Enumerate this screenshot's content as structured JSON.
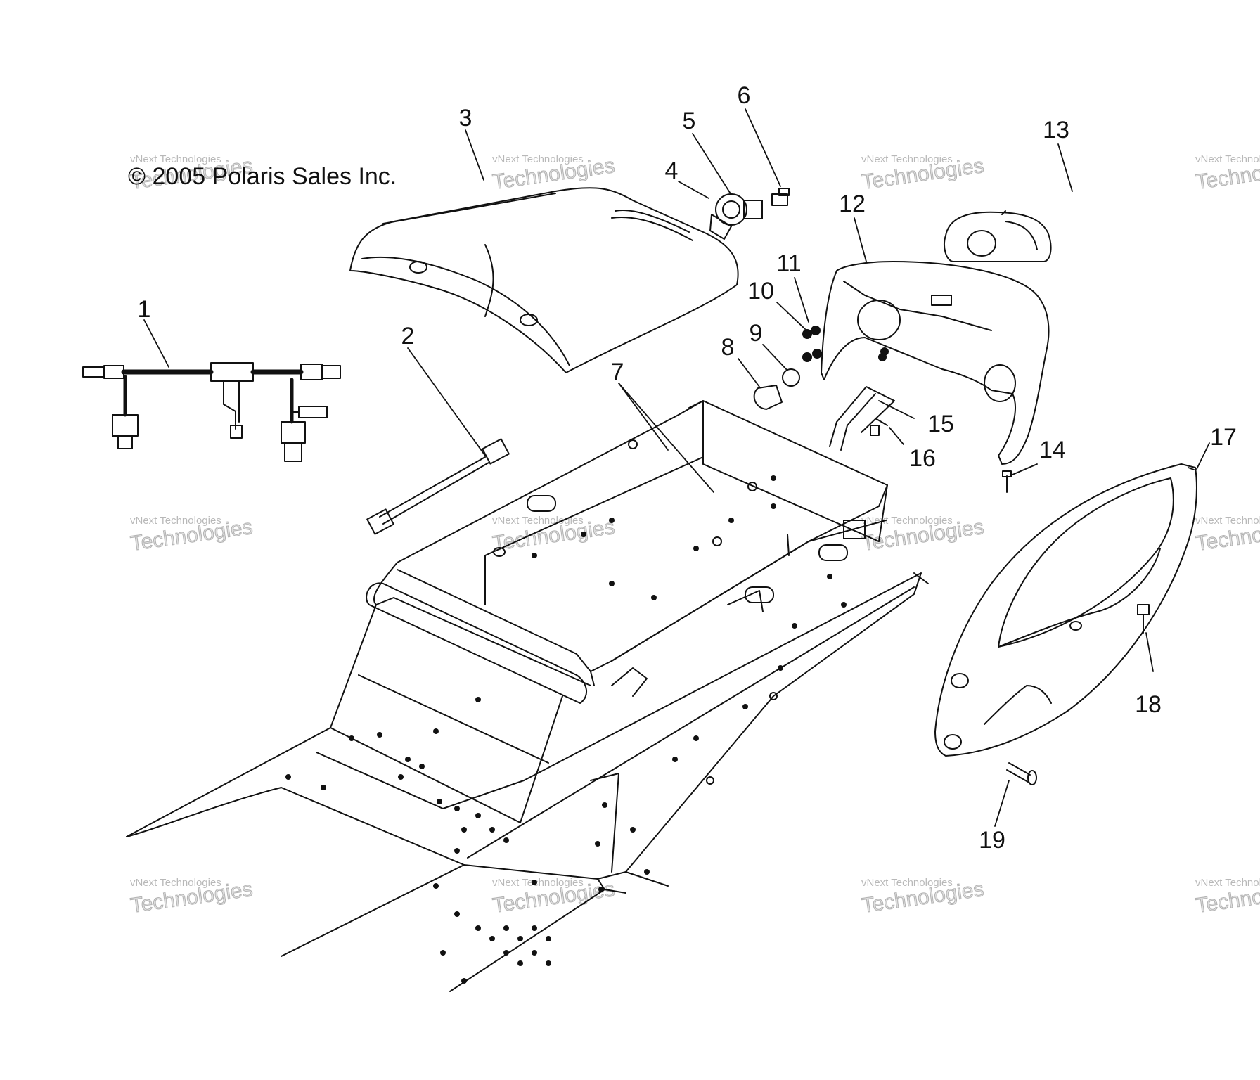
{
  "copyright": "© 2005 Polaris Sales Inc.",
  "callouts": [
    {
      "id": "1",
      "label": "1"
    },
    {
      "id": "2",
      "label": "2"
    },
    {
      "id": "3",
      "label": "3"
    },
    {
      "id": "4",
      "label": "4"
    },
    {
      "id": "5",
      "label": "5"
    },
    {
      "id": "6",
      "label": "6"
    },
    {
      "id": "7",
      "label": "7"
    },
    {
      "id": "8",
      "label": "8"
    },
    {
      "id": "9",
      "label": "9"
    },
    {
      "id": "10",
      "label": "10"
    },
    {
      "id": "11",
      "label": "11"
    },
    {
      "id": "12",
      "label": "12"
    },
    {
      "id": "13",
      "label": "13"
    },
    {
      "id": "14",
      "label": "14"
    },
    {
      "id": "15",
      "label": "15"
    },
    {
      "id": "16",
      "label": "16"
    },
    {
      "id": "17",
      "label": "17"
    },
    {
      "id": "18",
      "label": "18"
    },
    {
      "id": "19",
      "label": "19"
    }
  ],
  "watermark": {
    "small": "vNext Technologies",
    "big": "Technologies"
  }
}
